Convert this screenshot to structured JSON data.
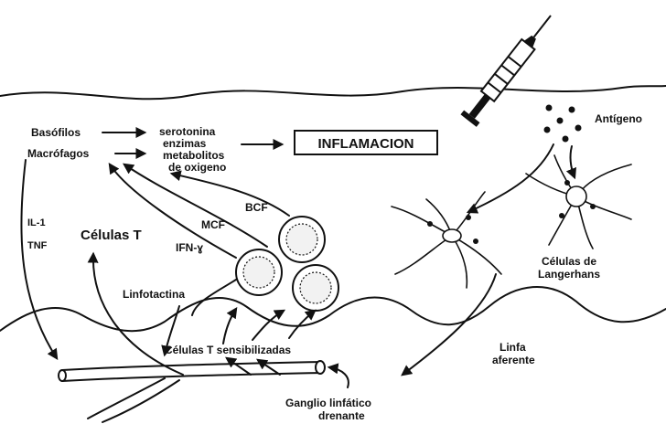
{
  "labels": {
    "basofilos": "Basófilos",
    "macrofagos": "Macrófagos",
    "serotonina": "serotonina",
    "enzimas": "enzimas",
    "metabolitos": "metabolitos",
    "de_oxigeno": "de oxigeno",
    "inflamacion": "INFLAMACION",
    "antigeno": "Antígeno",
    "bcf": "BCF",
    "mcf": "MCF",
    "ifn": "IFN-ɣ",
    "il1": "IL-1",
    "tnf": "TNF",
    "celulas_t": "Células T",
    "linfotactina": "Linfotactina",
    "celulas_de": "Células de",
    "langerhans": "Langerhans",
    "celulas_t_sens": "Células T sensibilizadas",
    "linfa": "Linfa",
    "aferente": "aferente",
    "ganglio": "Ganglio linfático",
    "drenante": "drenante"
  }
}
